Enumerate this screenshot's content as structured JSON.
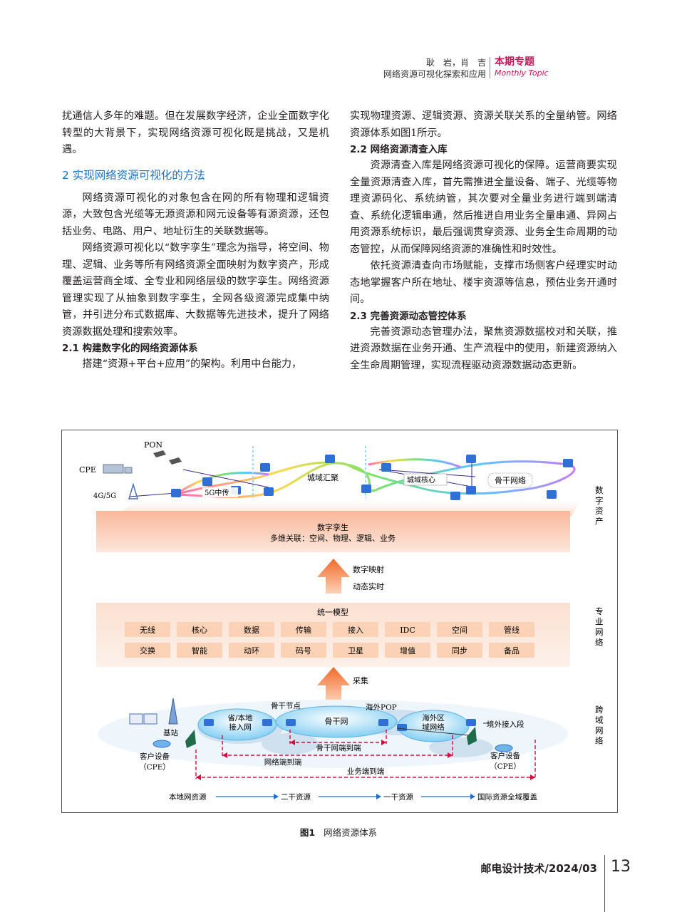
{
  "header": {
    "authors": "耿　岩，肖　吉",
    "article_title": "网络资源可视化探索和应用",
    "section_zh": "本期专题",
    "section_en": "Monthly Topic"
  },
  "left_column": {
    "p1": "扰通信人多年的难题。但在发展数字经济，企业全面数字化转型的大背景下，实现网络资源可视化既是挑战，又是机遇。",
    "h2": "2  实现网络资源可视化的方法",
    "p2": "网络资源可视化的对象包含在网的所有物理和逻辑资源，大致包含光缆等无源资源和网元设备等有源资源，还包括业务、电路、用户、地址衍生的关联数据等。",
    "p3": "网络资源可视化以“数字孪生”理念为指导，将空间、物理、逻辑、业务等所有网络资源全面映射为数字资产，形成覆盖运营商全域、全专业和网络层级的数字孪生。网络资源管理实现了从抽象到数字孪生，全网各级资源完成集中纳管，并引进分布式数据库、大数据等先进技术，提升了网络资源数据处理和搜索效率。",
    "h3": "2.1  构建数字化的网络资源体系",
    "p4": "搭建“资源+平台+应用”的架构。利用中台能力，"
  },
  "right_column": {
    "p1": "实现物理资源、逻辑资源、资源关联关系的全量纳管。网络资源体系如图1所示。",
    "h3a": "2.2  网络资源清查入库",
    "p2": "资源清查入库是网络资源可视化的保障。运营商要实现全量资源清查入库，首先需推进全量设备、端子、光缆等物理资源码化、系统纳管，其次要对全量业务进行端到端清查、系统化逻辑串通，然后推进自用业务全量串通、异网占用资源系统标识，最后强调贯穿资源、业务全生命周期的动态管控，从而保障网络资源的准确性和时效性。",
    "p3": "依托资源清查向市场赋能，支撑市场侧客户经理实时动态地掌握客户所在地址、楼宇资源等信息，预估业务开通时间。",
    "h3b": "2.3  完善资源动态管控体系",
    "p4": "完善资源动态管理办法，聚焦资源数据校对和关联，推进资源数据在业务开通、生产流程中的使用，新建资源纳入全生命周期管理，实现流程驱动资源数据动态更新。"
  },
  "figure": {
    "top_labels": {
      "pon": "PON",
      "cpe": "CPE",
      "radio": "4G/5G",
      "midhaul": "5G中传",
      "metro_agg": "城域汇聚",
      "metro_core": "城域核心",
      "backbone": "骨干网络"
    },
    "side_labels": {
      "digital": "数字资产",
      "professional": "专业网络",
      "cross_domain": "跨域网络"
    },
    "twin_title": "数字孪生",
    "twin_sub": "多维关联：空间、物理、逻辑、业务",
    "arrow1_a": "数字映射",
    "arrow1_b": "动态实时",
    "model_title": "统一模型",
    "model_row1": [
      "无线",
      "核心",
      "数据",
      "传输",
      "接入",
      "IDC",
      "空间",
      "管线"
    ],
    "model_row2": [
      "交换",
      "智能",
      "动环",
      "码号",
      "卫星",
      "增值",
      "同步",
      "备品"
    ],
    "arrow2": "采集",
    "bottom_labels": {
      "base_station": "基站",
      "cpe_left": "客户设备（CPE）",
      "cpe_left_1": "客户设备",
      "cpe_left_2": "（CPE）",
      "local_net_1": "省/本地",
      "local_net_2": "接入网",
      "backbone_node": "骨干节点",
      "backbone_net": "骨干网",
      "overseas_pop": "海外POP",
      "overseas_1": "海外区",
      "overseas_2": "域网络",
      "overseas_access": "境外接入段",
      "cpe_right_1": "客户设备",
      "cpe_right_2": "（CPE）",
      "bb_e2e": "骨干网端到端",
      "net_e2e": "网络端到端",
      "svc_e2e": "业务端到端"
    },
    "flow": [
      "本地网资源",
      "二干资源",
      "一干资源",
      "国际资源全域覆盖"
    ]
  },
  "caption": {
    "num": "图1",
    "text": "网络资源体系"
  },
  "footer": {
    "journal": "邮电设计技术/2024/03",
    "page": "13"
  },
  "colors": {
    "heading_blue": "#1a73c7",
    "topic_magenta": "#c2185b",
    "band_salmon": "#f6b89a",
    "arrow_orange": "#f47a3a",
    "cell_peach": "#fbd2b6",
    "dash_red": "#d0103a"
  }
}
